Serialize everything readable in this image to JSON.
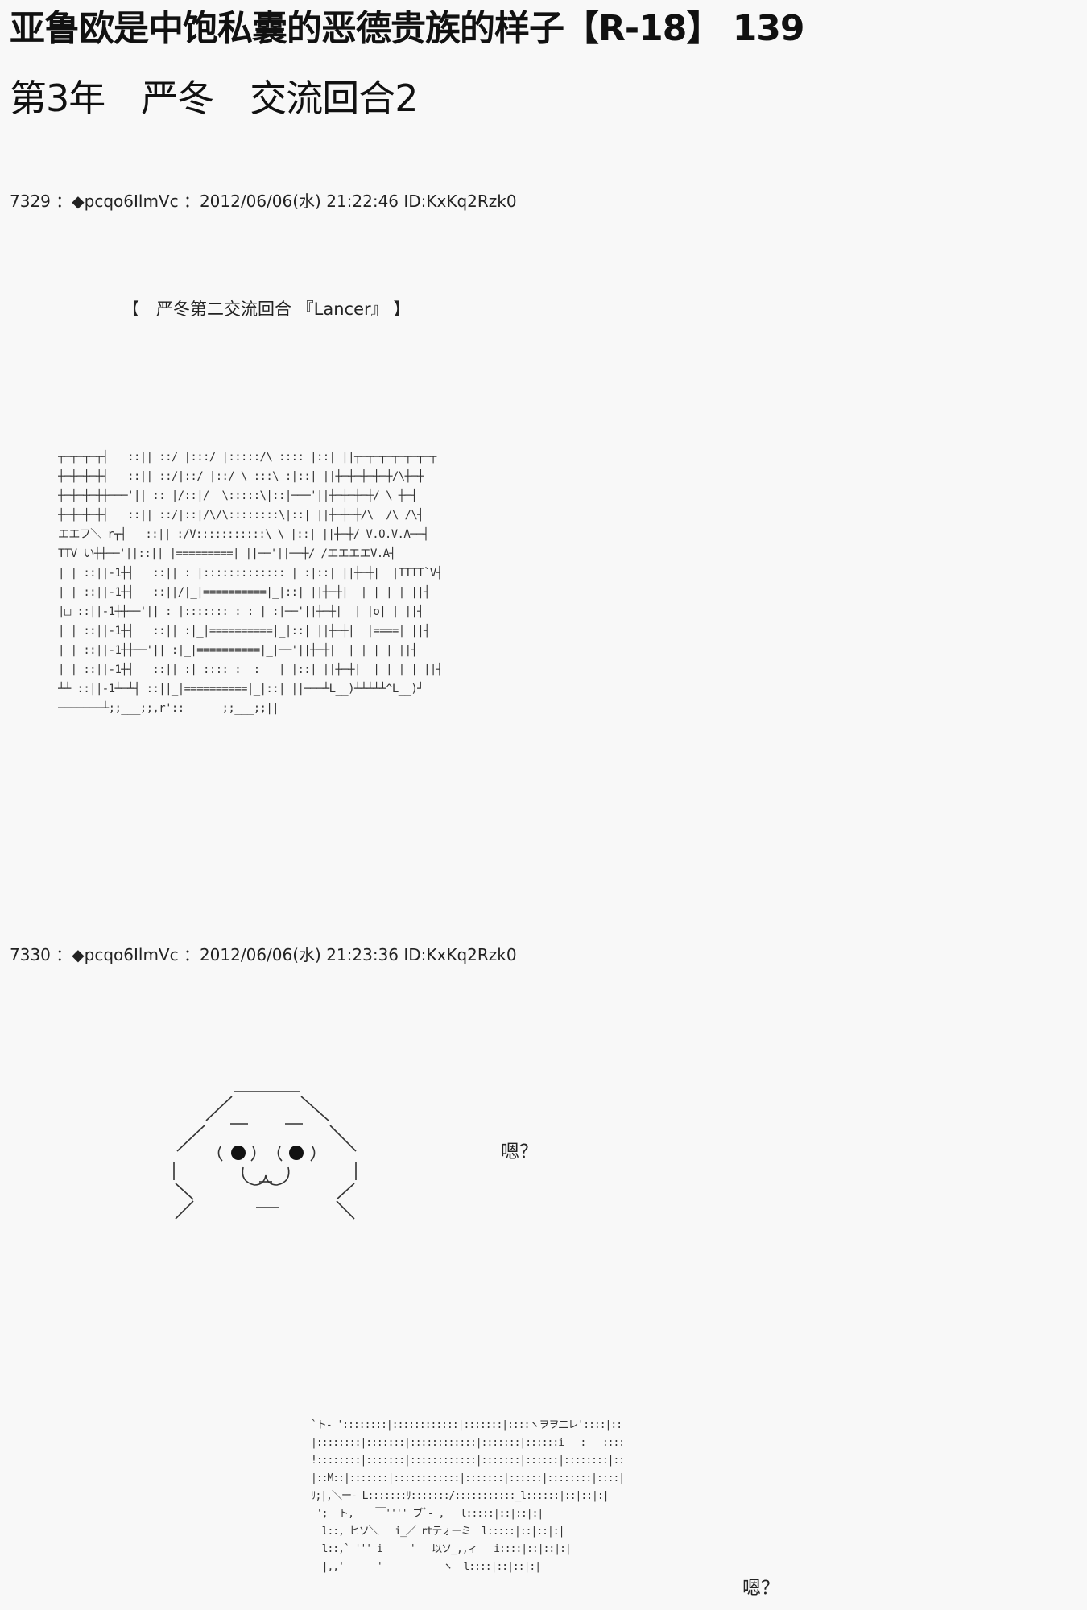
{
  "header": {
    "title": "亚鲁欧是中饱私囊的恶德贵族的样子【R-18】 139",
    "subtitle": "第3年　严冬　交流回合2"
  },
  "posts": [
    {
      "header": "7329 ：◆pcqo6IlmVc ：2012/06/06(水) 21:22:46 ID:KxKq2Rzk0",
      "caption": "【　严冬第二交流回合 『Lancer』 】",
      "scene_art": [
        "┬─┬─┬─┬┤   ::|| ::/ |:::/ |:::::/\\ :::: |::| ||┬─┬─┬─┬─┬─┬─┬",
        "┼─┼─┼─┼┤   ::|| ::/|::/ |::/ \\ :::\\ :|::| ||┼─┼─┼─┼─┼/\\┼─┼",
        "┼─┼─┼─┼┼───'|| :: |/::|/  \\:::::\\|::|───'||┼─┼─┼─┼/ \\ ┼─┤",
        "┼─┼─┼─┼┤   ::|| ::/|::|/\\/\\::::::::\\|::| ||┼─┼─┼/\\  /\\ /\\┤",
        "エエフ＼ r┬┤   ::|| :/V:::::::::::\\ \\ |::| ||┼─┼/ V.O.V.A──┤",
        "TTV い┼┼──'||::|| |=========| ||──'||──┼/ /エエエエV.A┤",
        "| | ::||-1┼┤   ::|| : |::::::::::::: | :|::| ||┼─┼|  |TTTT`V┤",
        "| | ::||-1┼┤   ::||/|_|==========|_|::| ||┼─┼|  | | | | ||┤",
        "|□ ::||-1┼┼──'|| : |::::::: : : | :|──'||┼─┼|  | |o| | ||┤",
        "| | ::||-1┼┤   ::|| :|_|==========|_|::| ||┼─┼|  |====| ||┤",
        "| | ::||-1┼┼──'|| :|_|==========|_|──'||┼─┼|  | | | | ||┤",
        "| | ::||-1┼┤   ::|| :| :::: :  :   | |::| ||┼─┼|  | | | | ||┤",
        "┴┴ ::||-1┴─┴┤ ::||_|==========|_|::| ||───┴L__)┴┴┴┴┴^L__)┘",
        "───────┴;;___;;,r'::      ;;___;;||"
      ]
    },
    {
      "header": "7330 ：◆pcqo6IlmVc ：2012/06/06(水) 21:23:36 ID:KxKq2Rzk0",
      "speech_1": "嗯？",
      "dark_art": [
        "`ト- '::::::::|::::::::::::|:::::::|::::ヽヲヲ二レ'::::|::|",
        "|::::::::|:::::::|::::::::::::|:::::::|::::::i   :   ::::|::|::|:|",
        "!::::::::|:::::::|::::::::::::|:::::::|::::::|::::::::|::::|::|::|:|",
        "|::M::|:::::::|::::::::::::|:::::::|::::::|::::::::|::::|::|::|:|",
        "ﾘ;|,＼ー- L:::::::ﾘ:::::::/:::::::::::_l::::::|::|::|:|",
        " ';  ト,    ￣'''' ブﾞ- ,   l:::::|::|::|:|",
        "  l::, ヒソ＼   i_／ rtテォーミ  l:::::|::|::|:|",
        "  l::,` ''' i     '   以ソ_,,ィ   i::::|::|::|:|",
        "  |,,'      '           ヽ  l::::|::|::|:|"
      ],
      "speech_2": "嗯？"
    }
  ]
}
